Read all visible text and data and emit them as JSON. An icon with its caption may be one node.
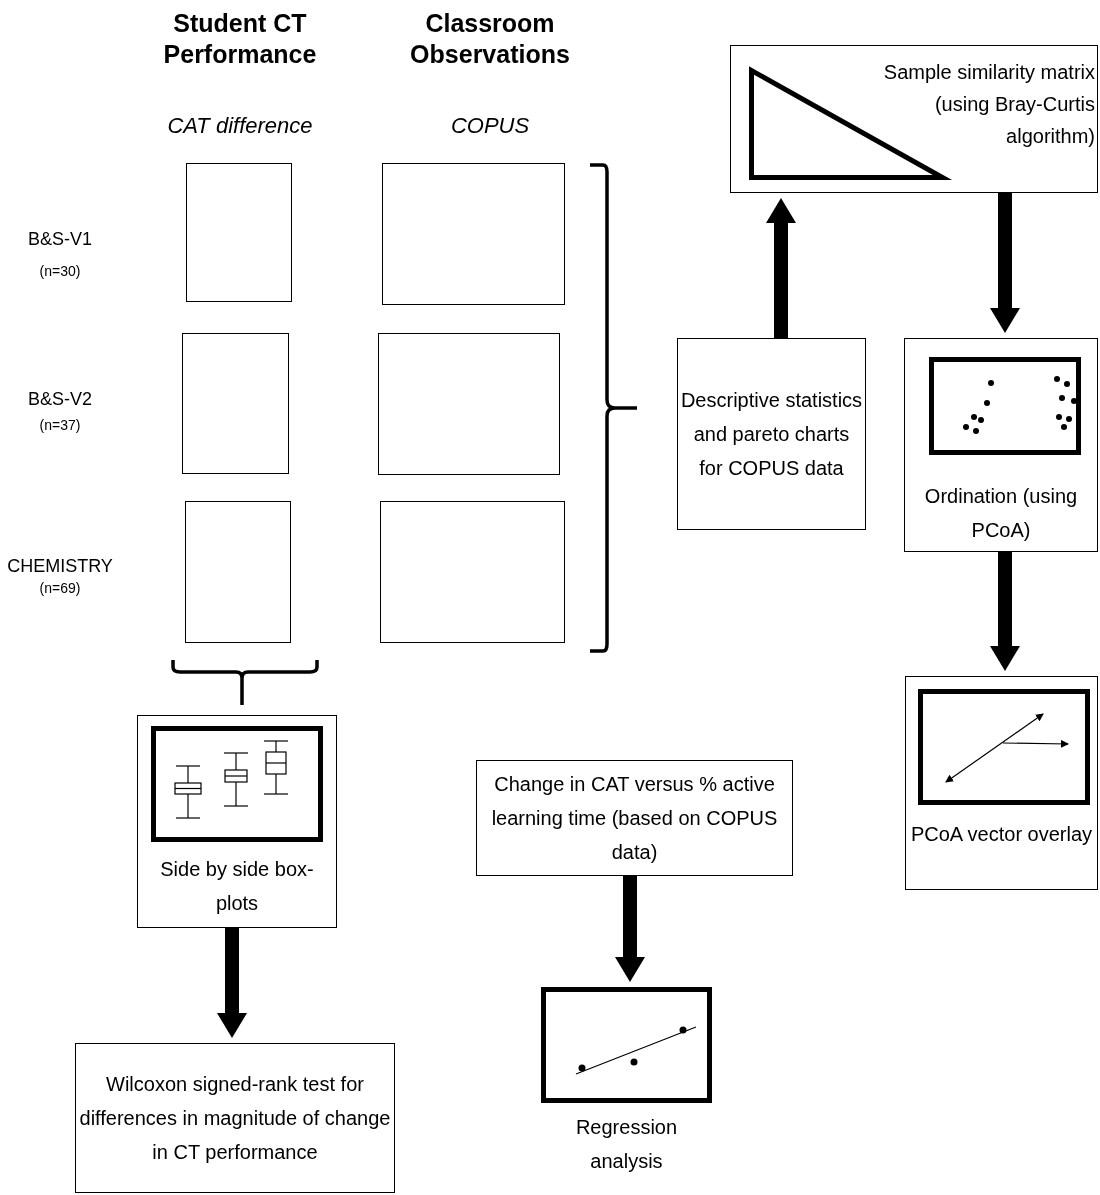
{
  "diagram": {
    "nodes": [
      {
        "text": [],
        "shape": "box"
      },
      {
        "text": [],
        "shape": "box"
      },
      {
        "text": [],
        "shape": "box"
      },
      {
        "text": [],
        "shape": "box"
      },
      {
        "text": [],
        "shape": "box"
      },
      {
        "text": [],
        "shape": "box"
      },
      {
        "text": [
          "Sample similarity matrix (using Bray-Curtis algorithm)"
        ]
      },
      {
        "text": [
          "Descriptive statistics  and pareto charts for COPUS data"
        ]
      },
      {
        "text": [
          "Ordination (using PCoA)"
        ]
      },
      {
        "text": [
          "PCoA vector overlay"
        ]
      },
      {
        "text": [
          "Side by side box-plots"
        ]
      },
      {
        "text": [
          "Wilcoxon signed-rank test for differences in magnitude of change in CT performance"
        ]
      },
      {
        "text": [
          "Change in CAT versus  % active learning time (based on COPUS data)"
        ]
      },
      {
        "text": [
          "Regression analysis"
        ]
      }
    ],
    "edges": [
      {
        "from": 7,
        "to": 6,
        "arrow": "to"
      },
      {
        "from": 6,
        "to": 8,
        "arrow": "to"
      },
      {
        "from": 8,
        "to": 9,
        "arrow": "to"
      },
      {
        "from": 10,
        "to": 11,
        "arrow": "to"
      },
      {
        "from": 12,
        "to": 13,
        "arrow": "to"
      }
    ],
    "labels": [
      "Student CT Performance",
      "Classroom Observations",
      "CAT difference",
      "COPUS",
      "B&S-V1",
      "(n=30)",
      "B&S-V2",
      "(n=37)",
      "CHEMISTRY",
      "(n=69)"
    ]
  }
}
